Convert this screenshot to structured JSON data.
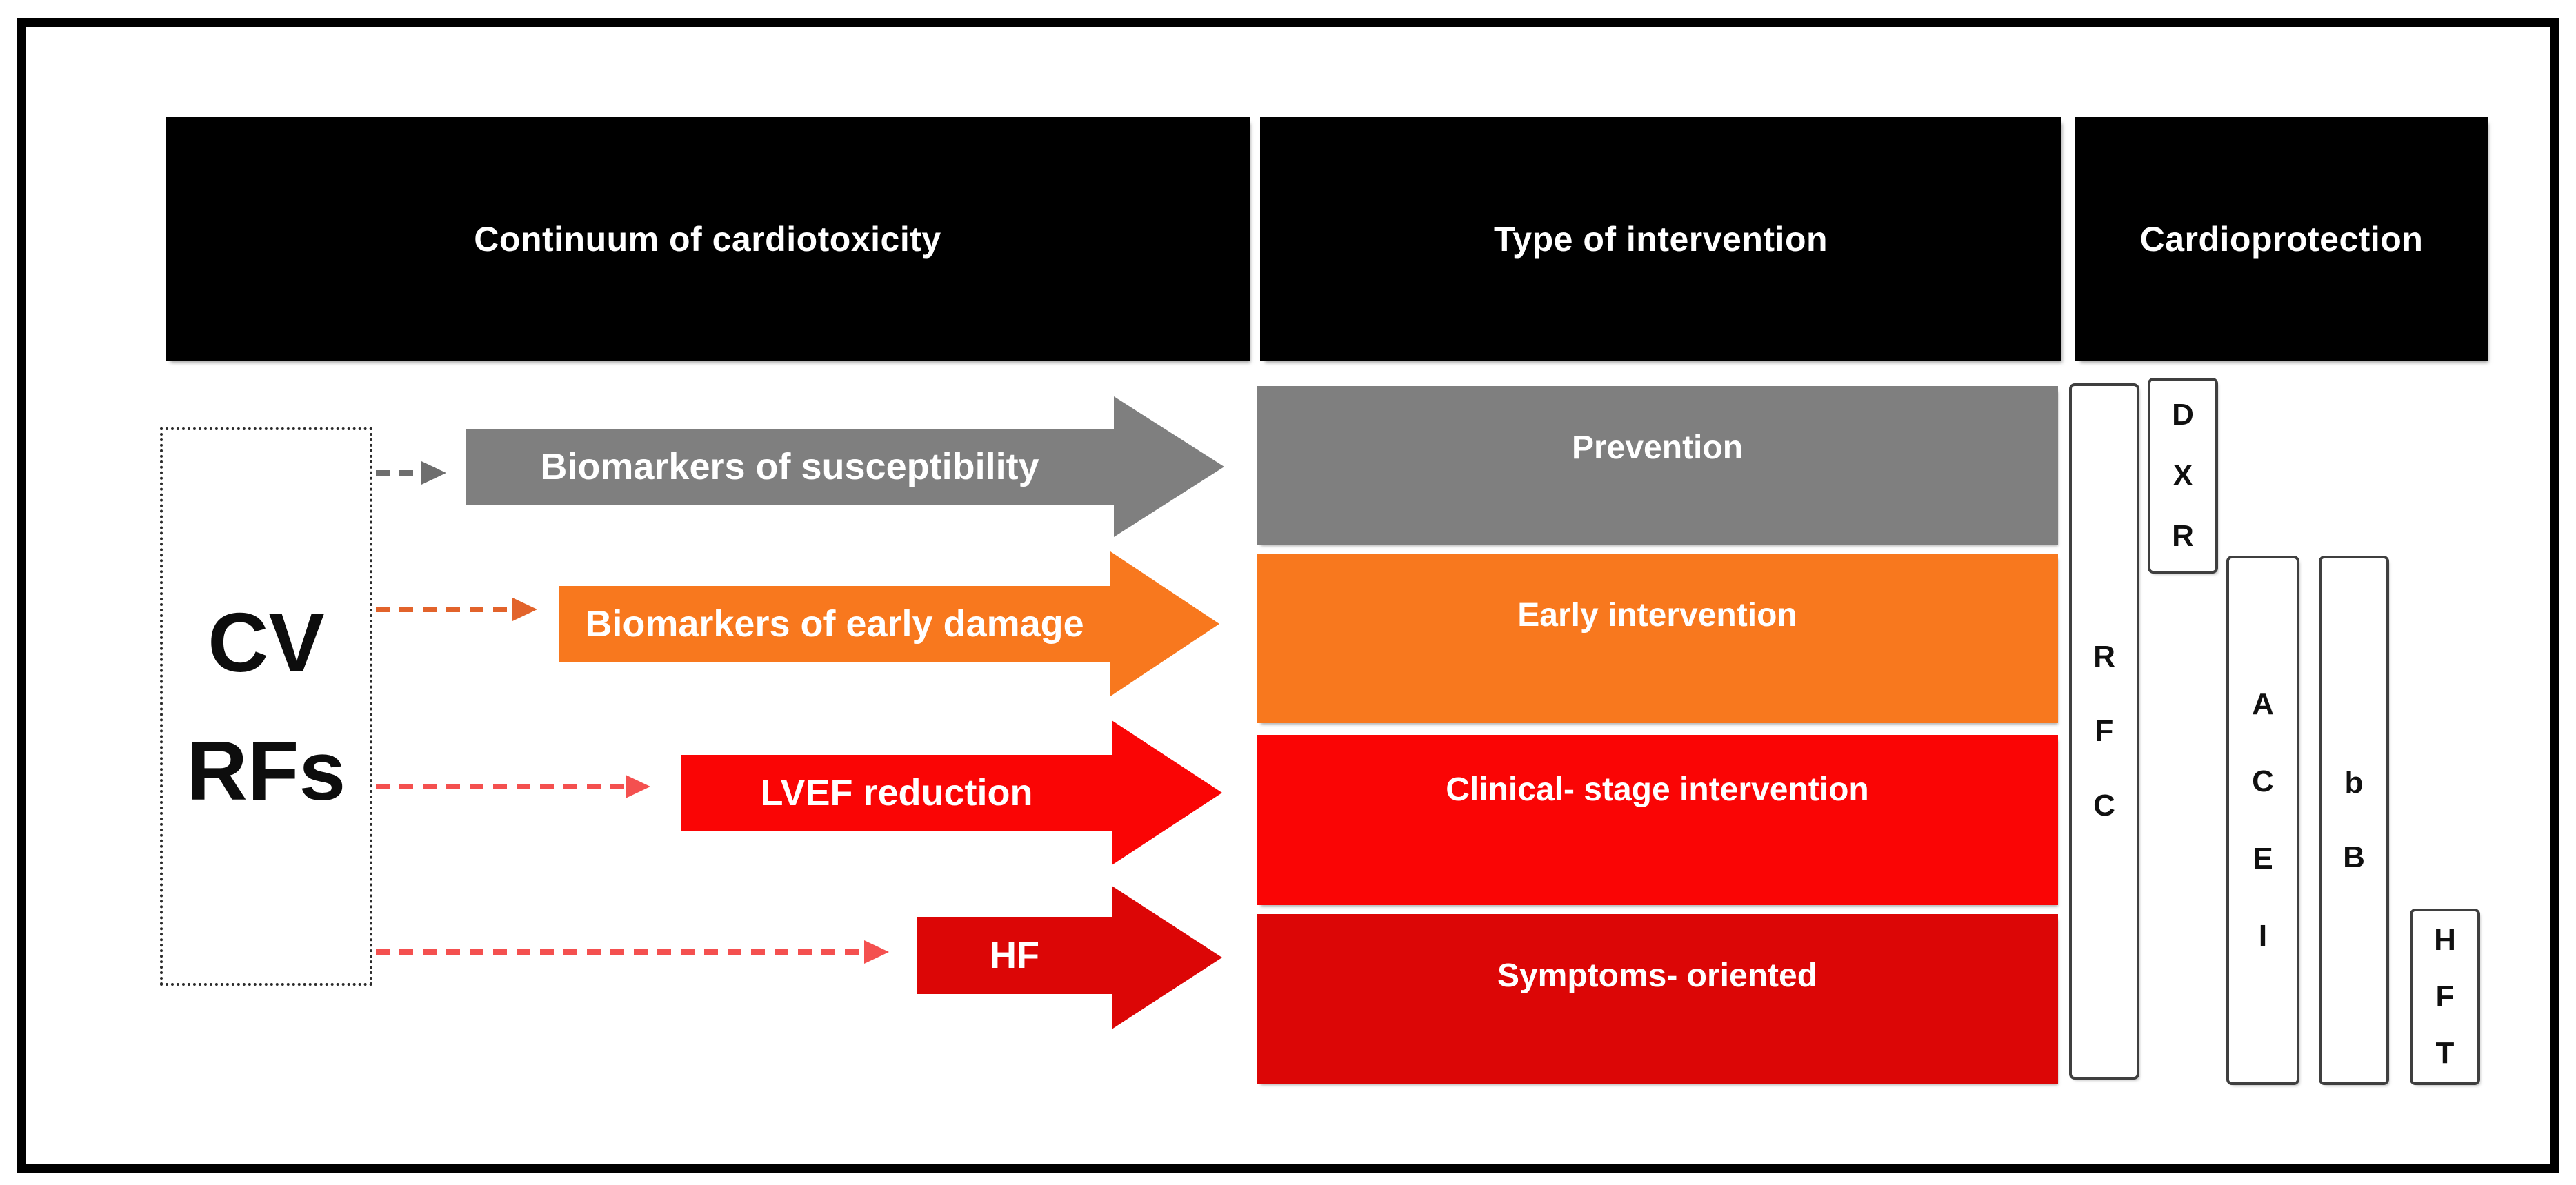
{
  "diagram": {
    "headers": [
      "Continuum of cardiotoxicity",
      "Type of intervention",
      "Cardioprotection"
    ],
    "risk_box_text": "CV\nRFs",
    "stages": [
      {
        "label": "Biomarkers of susceptibility",
        "color": "#7f7f7f",
        "connector_color": "#6e6e6e"
      },
      {
        "label": "Biomarkers of early damage",
        "color": "#F8781E",
        "connector_color": "#E2632B"
      },
      {
        "label": "LVEF reduction",
        "color": "#FA0505",
        "connector_color": "#F4504F"
      },
      {
        "label": "HF",
        "color": "#DC0606",
        "connector_color": "#F4504F"
      }
    ],
    "interventions": [
      {
        "label": "Prevention",
        "color": "#7f7f7f"
      },
      {
        "label": "Early intervention",
        "color": "#F8781E"
      },
      {
        "label": "Clinical- stage intervention",
        "color": "#FA0505"
      },
      {
        "label": "Symptoms- oriented",
        "color": "#DC0606"
      }
    ],
    "bars": [
      {
        "name": "RFC",
        "text": "R\nF\nC"
      },
      {
        "name": "DXR",
        "text": "D\nX\nR"
      },
      {
        "name": "ACEI",
        "text": "A\nC\nE\nI"
      },
      {
        "name": "bB",
        "text": "b\nB"
      },
      {
        "name": "HFT",
        "text": "H\nF\nT"
      }
    ]
  }
}
